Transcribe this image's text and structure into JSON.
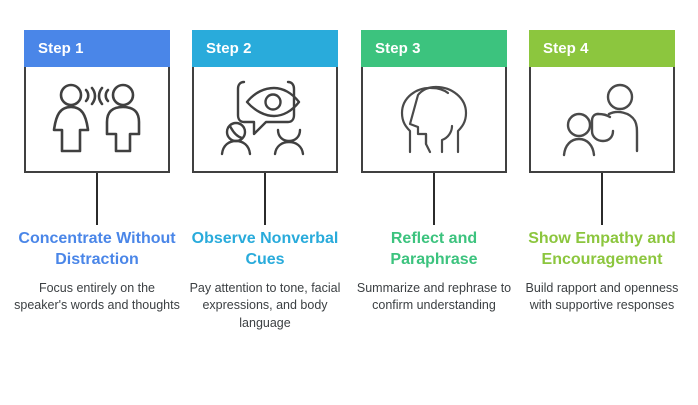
{
  "diagram": {
    "type": "process-steps",
    "background": "#ffffff",
    "step_count": 4,
    "border_color": "#404040",
    "connector_color": "#2b2b2b",
    "description_color": "#3c4043"
  },
  "steps": [
    {
      "header_label": "Step 1",
      "header_color": "#4a86e8",
      "title": "Concentrate Without Distraction",
      "title_color": "#4a86e8",
      "description": "Focus entirely on the speaker's words and thoughts",
      "icon_name": "two-people-talking-icon"
    },
    {
      "header_label": "Step 2",
      "header_color": "#29abdb",
      "title": "Observe Nonverbal Cues",
      "title_color": "#29abdb",
      "description": "Pay attention to tone, facial expressions, and body language",
      "icon_name": "eye-in-speech-bubble-icon"
    },
    {
      "header_label": "Step 3",
      "header_color": "#3cc37e",
      "title": "Reflect and Paraphrase",
      "title_color": "#3cc37e",
      "description": "Summarize and rephrase to confirm understanding",
      "icon_name": "two-overlapping-heads-icon"
    },
    {
      "header_label": "Step 4",
      "header_color": "#8cc63e",
      "title": "Show Empathy and Encouragement",
      "title_color": "#8cc63e",
      "description": "Build rapport and openness with supportive responses",
      "icon_name": "person-supporting-person-icon"
    }
  ]
}
